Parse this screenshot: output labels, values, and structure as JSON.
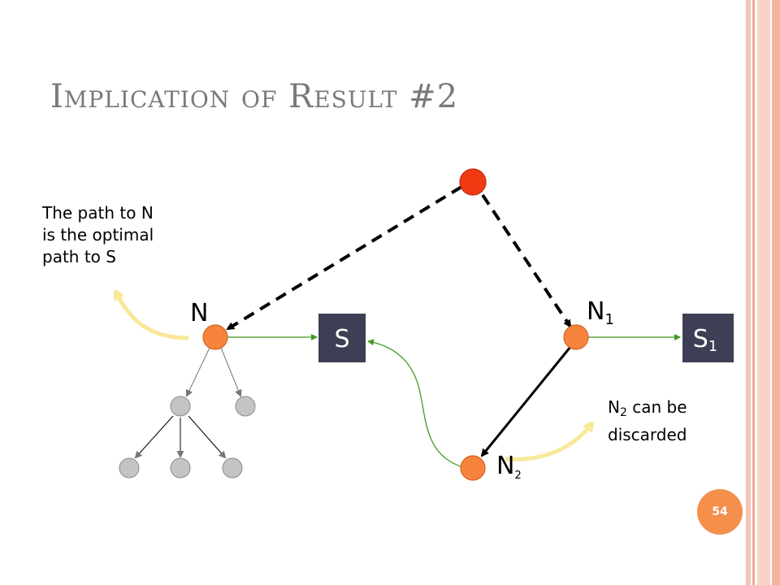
{
  "slide": {
    "title": "Implication of Result #2",
    "page_number": "54"
  },
  "annotations": {
    "optimal_path": [
      "The path to N",
      "is the optimal",
      "path to S"
    ],
    "discard_main": "N",
    "discard_sub": "2",
    "discard_rest": " can be",
    "discard_line2": "discarded"
  },
  "nodes": {
    "n_label": "N",
    "n1_label": "N",
    "n1_sub": "1",
    "n2_label": "N",
    "n2_sub": "2",
    "s_label": "S",
    "s1_label": "S",
    "s1_sub": "1"
  },
  "colors": {
    "node_red": "#f23a12",
    "node_orange": "#f7843d",
    "node_grey": "#c4c4c4",
    "state_box": "#3d3f54",
    "green_edge": "#3f9a1f",
    "yellow_arrow": "#f8e89a",
    "stripe": "#f4b8a6",
    "badge": "#f58f4c"
  }
}
